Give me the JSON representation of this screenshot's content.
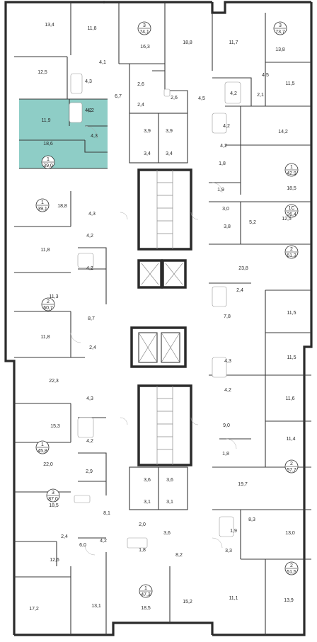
{
  "highlight_color": "#8ecdc6",
  "apartments": [
    {
      "rooms": "3",
      "area": "74,1"
    },
    {
      "rooms": "3",
      "area": "73,7"
    },
    {
      "rooms": "1",
      "area": "39,0"
    },
    {
      "rooms": "1",
      "area": "42,9"
    },
    {
      "rooms": "1",
      "area": "39,1"
    },
    {
      "rooms": "1С",
      "area": "26,4"
    },
    {
      "rooms": "2",
      "area": "60,7"
    },
    {
      "rooms": "2",
      "area": "61,3"
    },
    {
      "rooms": "1",
      "area": "45,8"
    },
    {
      "rooms": "2",
      "area": "57,7"
    },
    {
      "rooms": "3",
      "area": "87,0"
    },
    {
      "rooms": "2",
      "area": "51,5"
    },
    {
      "rooms": "1",
      "area": "47,3"
    }
  ],
  "rooms": [
    "13,4",
    "11,8",
    "16,3",
    "18,8",
    "11,7",
    "13,8",
    "12,5",
    "4,1",
    "4,3",
    "2,6",
    "2,6",
    "6,7",
    "4,2",
    "4,5",
    "4,2",
    "2,1",
    "11,5",
    "2,4",
    "4,5",
    "11,9",
    "4,2",
    "4,3",
    "18,6",
    "3,9",
    "3,9",
    "3,4",
    "3,4",
    "4,2",
    "14,2",
    "4,2",
    "1,8",
    "18,5",
    "18,8",
    "4,3",
    "1,9",
    "3,0",
    "3,8",
    "5,2",
    "12,5",
    "11,8",
    "4,2",
    "4,2",
    "11,3",
    "23,8",
    "2,4",
    "8,7",
    "11,8",
    "2,4",
    "7,8",
    "11,5",
    "11,5",
    "22,3",
    "4,3",
    "4,2",
    "15,3",
    "4,3",
    "4,2",
    "11,6",
    "9,0",
    "11,4",
    "22,0",
    "1,8",
    "19,7",
    "3,6",
    "3,6",
    "3,1",
    "3,1",
    "2,9",
    "18,5",
    "8,1",
    "2,0",
    "3,6",
    "8,3",
    "13,0",
    "1,9",
    "3,3",
    "2,4",
    "12,6",
    "6,0",
    "4,2",
    "1,8",
    "8,2",
    "17,2",
    "13,1",
    "18,5",
    "15,2",
    "11,1",
    "13,9"
  ]
}
